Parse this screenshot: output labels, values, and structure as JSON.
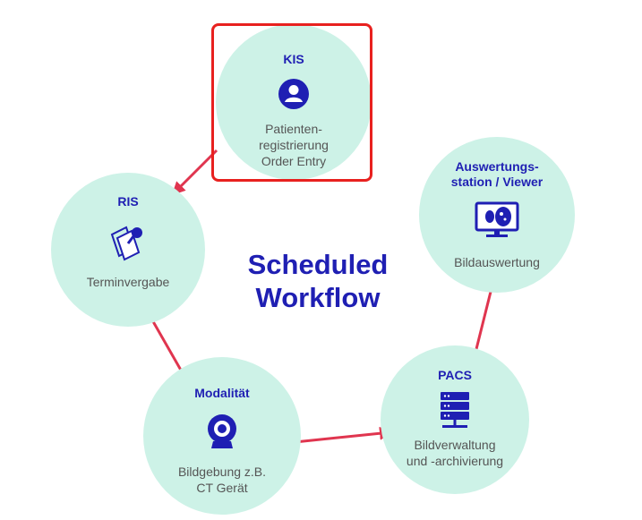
{
  "center_title": "Scheduled\nWorkflow",
  "colors": {
    "node_fill": "#cdf2e7",
    "title": "#1f1fb3",
    "arrow": "#e0354f",
    "highlight": "#e8211f"
  },
  "nodes": {
    "kis": {
      "title": "KIS",
      "icon": "user-icon",
      "desc": "Patienten-\nregistrierung\nOrder Entry"
    },
    "ris": {
      "title": "RIS",
      "icon": "notes-pin-icon",
      "desc": "Terminvergabe"
    },
    "modalitaet": {
      "title": "Modalität",
      "icon": "camera-icon",
      "desc": "Bildgebung z.B.\nCT Gerät"
    },
    "pacs": {
      "title": "PACS",
      "icon": "server-icon",
      "desc": "Bildverwaltung\nund -archivierung"
    },
    "viewer": {
      "title": "Auswertungs-\nstation / Viewer",
      "icon": "monitor-icon",
      "desc": "Bildauswertung"
    }
  },
  "highlighted_node": "kis"
}
